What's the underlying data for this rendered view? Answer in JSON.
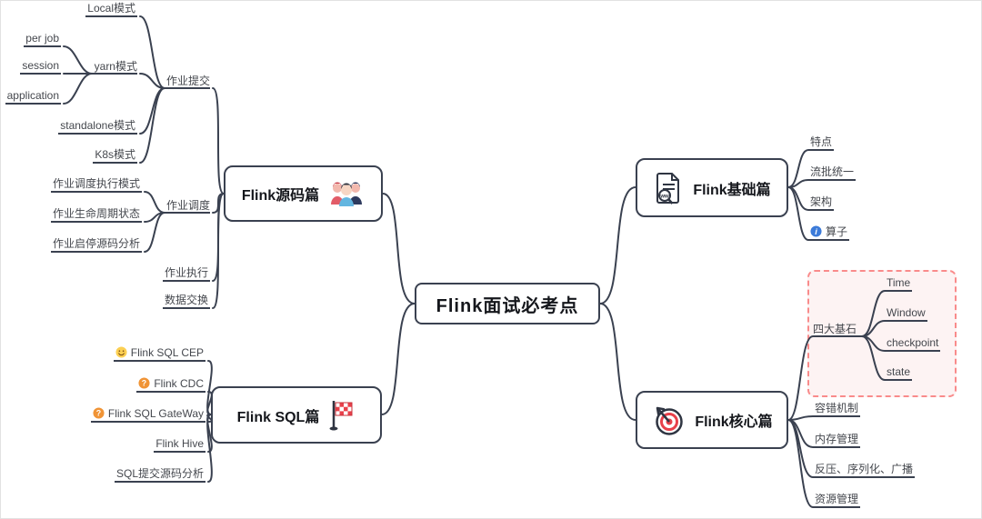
{
  "center": {
    "title": "Flink面试必考点"
  },
  "source": {
    "title": "Flink源码篇",
    "submit": {
      "label": "作业提交",
      "local": "Local模式",
      "yarn": {
        "label": "yarn模式",
        "per_job": "per job",
        "session": "session",
        "application": "application"
      },
      "standalone": "standalone模式",
      "k8s": "K8s模式"
    },
    "schedule": {
      "label": "作业调度",
      "exec_mode": "作业调度执行模式",
      "lifecycle": "作业生命周期状态",
      "start_stop": "作业启停源码分析"
    },
    "execute": "作业执行",
    "exchange": "数据交换"
  },
  "basic": {
    "title": "Flink基础篇",
    "features": "特点",
    "stream_batch": "流批统一",
    "architecture": "架构",
    "operators": "算子"
  },
  "sql": {
    "title": "Flink SQL篇",
    "cep": "Flink SQL CEP",
    "cdc": "Flink CDC",
    "gateway": "Flink SQL GateWay",
    "hive": "Flink Hive",
    "submit_analysis": "SQL提交源码分析"
  },
  "core": {
    "title": "Flink核心篇",
    "cornerstones": {
      "label": "四大基石",
      "time": "Time",
      "window": "Window",
      "checkpoint": "checkpoint",
      "state": "state"
    },
    "fault_tolerance": "容错机制",
    "memory": "内存管理",
    "backpressure": "反压、序列化、广播",
    "resource": "资源管理"
  },
  "icons": {
    "source_box": "people-icon",
    "basic_box": "document-search-icon",
    "sql_box": "checkered-flag-icon",
    "core_box": "target-dart-icon",
    "cep": "smiley-icon",
    "cdc": "question-icon",
    "gateway": "question-icon",
    "operators": "info-icon"
  },
  "colors": {
    "line": "#3a4150",
    "highlight_border": "#f98b8b",
    "highlight_bg": "#fdf3f3",
    "flag_red": "#e8404a",
    "info_blue": "#3c7bd9",
    "question_orange": "#f09436",
    "smiley_yellow": "#fcd053"
  }
}
